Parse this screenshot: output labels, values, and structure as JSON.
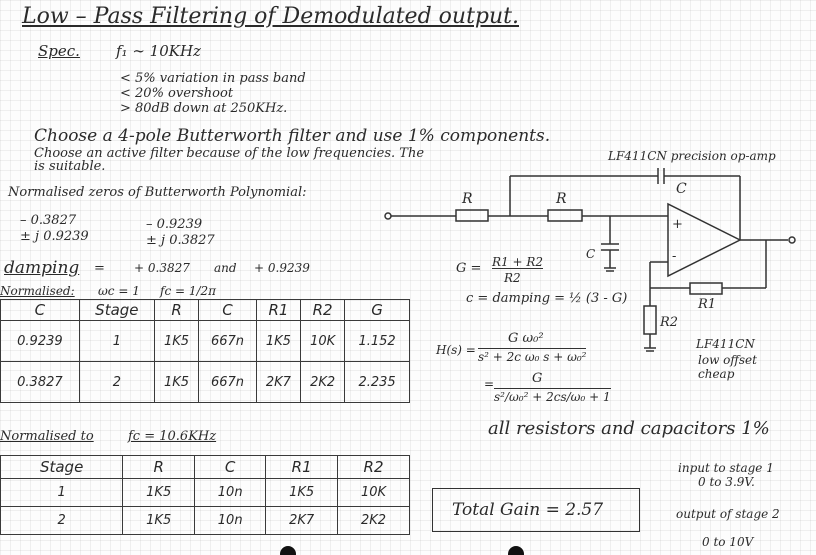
{
  "title": "Low – Pass Filtering of Demodulated output.",
  "spec": {
    "label": "Spec.",
    "fc": "f₁ ∼ 10KHz",
    "lines": [
      "< 5% variation in pass band",
      "< 20% overshoot",
      "> 80dB down at 250KHz."
    ]
  },
  "choose": {
    "line1": "Choose a 4-pole Butterworth filter and use 1% components.",
    "line2": "Choose an active filter because of the low frequencies. The",
    "line3": "is suitable.",
    "opamp_note": "LF411CN precision op-amp"
  },
  "zeros": {
    "heading": "Normalised zeros of Butterworth Polynomial:",
    "z1a": "– 0.3827",
    "z1b": "± j 0.9239",
    "z2a": "– 0.9239",
    "z2b": "± j 0.3827"
  },
  "damping": {
    "label": "damping",
    "eq": "=",
    "v1": "+ 0.3827",
    "and": "and",
    "v2": "+ 0.9239"
  },
  "table1": {
    "caption": "Normalised:",
    "wc": "ωc = 1",
    "fc": "fc = 1/2π",
    "headers": [
      "C",
      "Stage",
      "R",
      "C",
      "R1",
      "R2",
      "G"
    ],
    "rows": [
      [
        "0.9239",
        "1",
        "1K5",
        "667n",
        "1K5",
        "10K",
        "1.152"
      ],
      [
        "0.3827",
        "2",
        "1K5",
        "667n",
        "2K7",
        "2K2",
        "2.235"
      ]
    ]
  },
  "table2": {
    "caption": "Normalised to",
    "fc": "fc = 10.6KHz",
    "headers": [
      "Stage",
      "R",
      "C",
      "R1",
      "R2"
    ],
    "rows": [
      [
        "1",
        "1K5",
        "10n",
        "1K5",
        "10K"
      ],
      [
        "2",
        "1K5",
        "10n",
        "2K7",
        "2K2"
      ]
    ]
  },
  "circuit": {
    "r_label_1": "R",
    "r_label_2": "R",
    "c_feedback": "C",
    "c_ground": "C",
    "r1": "R1",
    "r2": "R2",
    "plus": "+",
    "minus": "-",
    "ic": "LF411CN",
    "ic_note1": "low offset",
    "ic_note2": "cheap"
  },
  "equations": {
    "gain_lhs": "G =",
    "gain_num": "R1 + R2",
    "gain_den": "R2",
    "c_eq": "c = damping = ½ (3 - G)",
    "h_lhs": "H(s) =",
    "h_num": "G ω₀²",
    "h_den": "s² + 2c ω₀ s + ω₀²",
    "h2_eq": "=",
    "h2_num": "G",
    "h2_den": "s²/ω₀² + 2cs/ω₀ + 1"
  },
  "notes": {
    "all_components": "all resistors and capacitors 1%",
    "input": "input to stage 1",
    "input_range": "0 to 3.9V.",
    "total_gain": "Total Gain = 2.57",
    "output": "output of stage 2",
    "output_range": "0 to 10V"
  }
}
